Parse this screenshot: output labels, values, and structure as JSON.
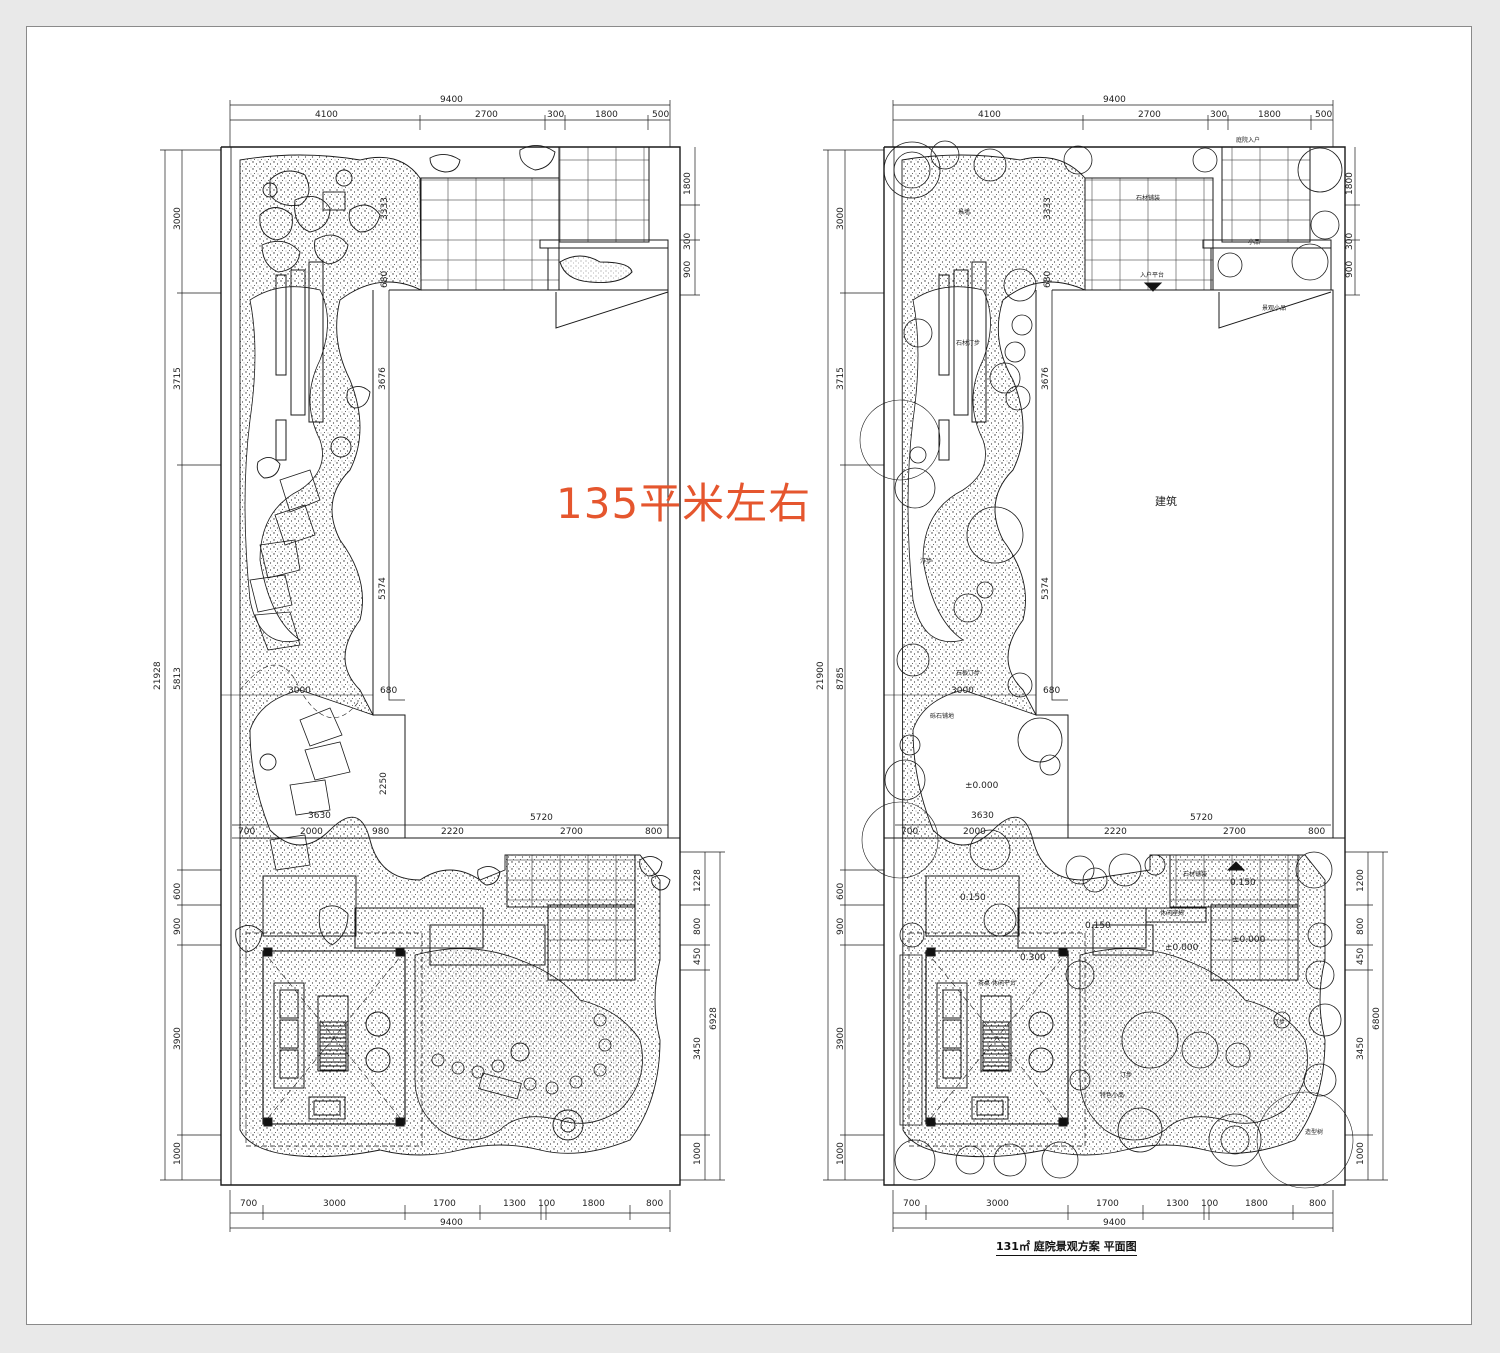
{
  "overlay_caption": "135平米左右",
  "plan_title": "131㎡ 庭院景观方案 平面图",
  "left_plan": {
    "top_dims": [
      "9400",
      "4100",
      "2700",
      "300",
      "1800",
      "500"
    ],
    "left_dims": [
      "21928",
      "3000",
      "3715",
      "5813"
    ],
    "left_dims_lower": [
      "600",
      "900",
      "3900",
      "1000"
    ],
    "inner_dims": [
      "3333",
      "680",
      "3676",
      "5374",
      "3000",
      "680",
      "3630",
      "2250"
    ],
    "mid_dims": [
      "5720",
      "700",
      "2000",
      "980",
      "2220",
      "2700",
      "800"
    ],
    "right_dims": [
      "1800",
      "300",
      "900"
    ],
    "right_dims_lower": [
      "1228",
      "800",
      "450",
      "3450",
      "1000",
      "6928"
    ],
    "bottom_dims": [
      "700",
      "3000",
      "1700",
      "1300",
      "100",
      "1800",
      "800",
      "9400"
    ]
  },
  "right_plan": {
    "top_dims": [
      "9400",
      "4100",
      "2700",
      "300",
      "1800",
      "500"
    ],
    "left_dims": [
      "21900",
      "3000",
      "3715",
      "8785"
    ],
    "left_dims_lower": [
      "600",
      "900",
      "3900",
      "1000"
    ],
    "inner_dims": [
      "3333",
      "680",
      "3676",
      "5374",
      "3000",
      "680",
      "3630"
    ],
    "mid_dims": [
      "5720",
      "700",
      "2000",
      "2220",
      "2700",
      "800"
    ],
    "right_dims": [
      "1800",
      "300",
      "900"
    ],
    "right_dims_lower": [
      "1200",
      "800",
      "450",
      "3450",
      "1000",
      "6800"
    ],
    "bottom_dims": [
      "700",
      "3000",
      "1700",
      "1300",
      "100",
      "1800",
      "800",
      "9400"
    ],
    "building_label": "建筑",
    "levels": [
      "0.150",
      "0.150",
      "0.300",
      "±0.000",
      "±0.000",
      "0.150",
      "±0.000"
    ],
    "small_labels": [
      "庭院入户",
      "石材铺装",
      "入户平台",
      "景墙",
      "小品",
      "石材汀步",
      "汀步",
      "石板汀步",
      "景观小品",
      "砾石铺地",
      "茶桌 休闲平台",
      "石材铺装",
      "汀步",
      "特色小品",
      "汀步",
      "休闲座椅",
      "造型树"
    ]
  },
  "colors": {
    "line": "#1a1a1a",
    "caption": "#e5562e",
    "paper": "#ffffff",
    "frame": "#8a8a8a"
  }
}
